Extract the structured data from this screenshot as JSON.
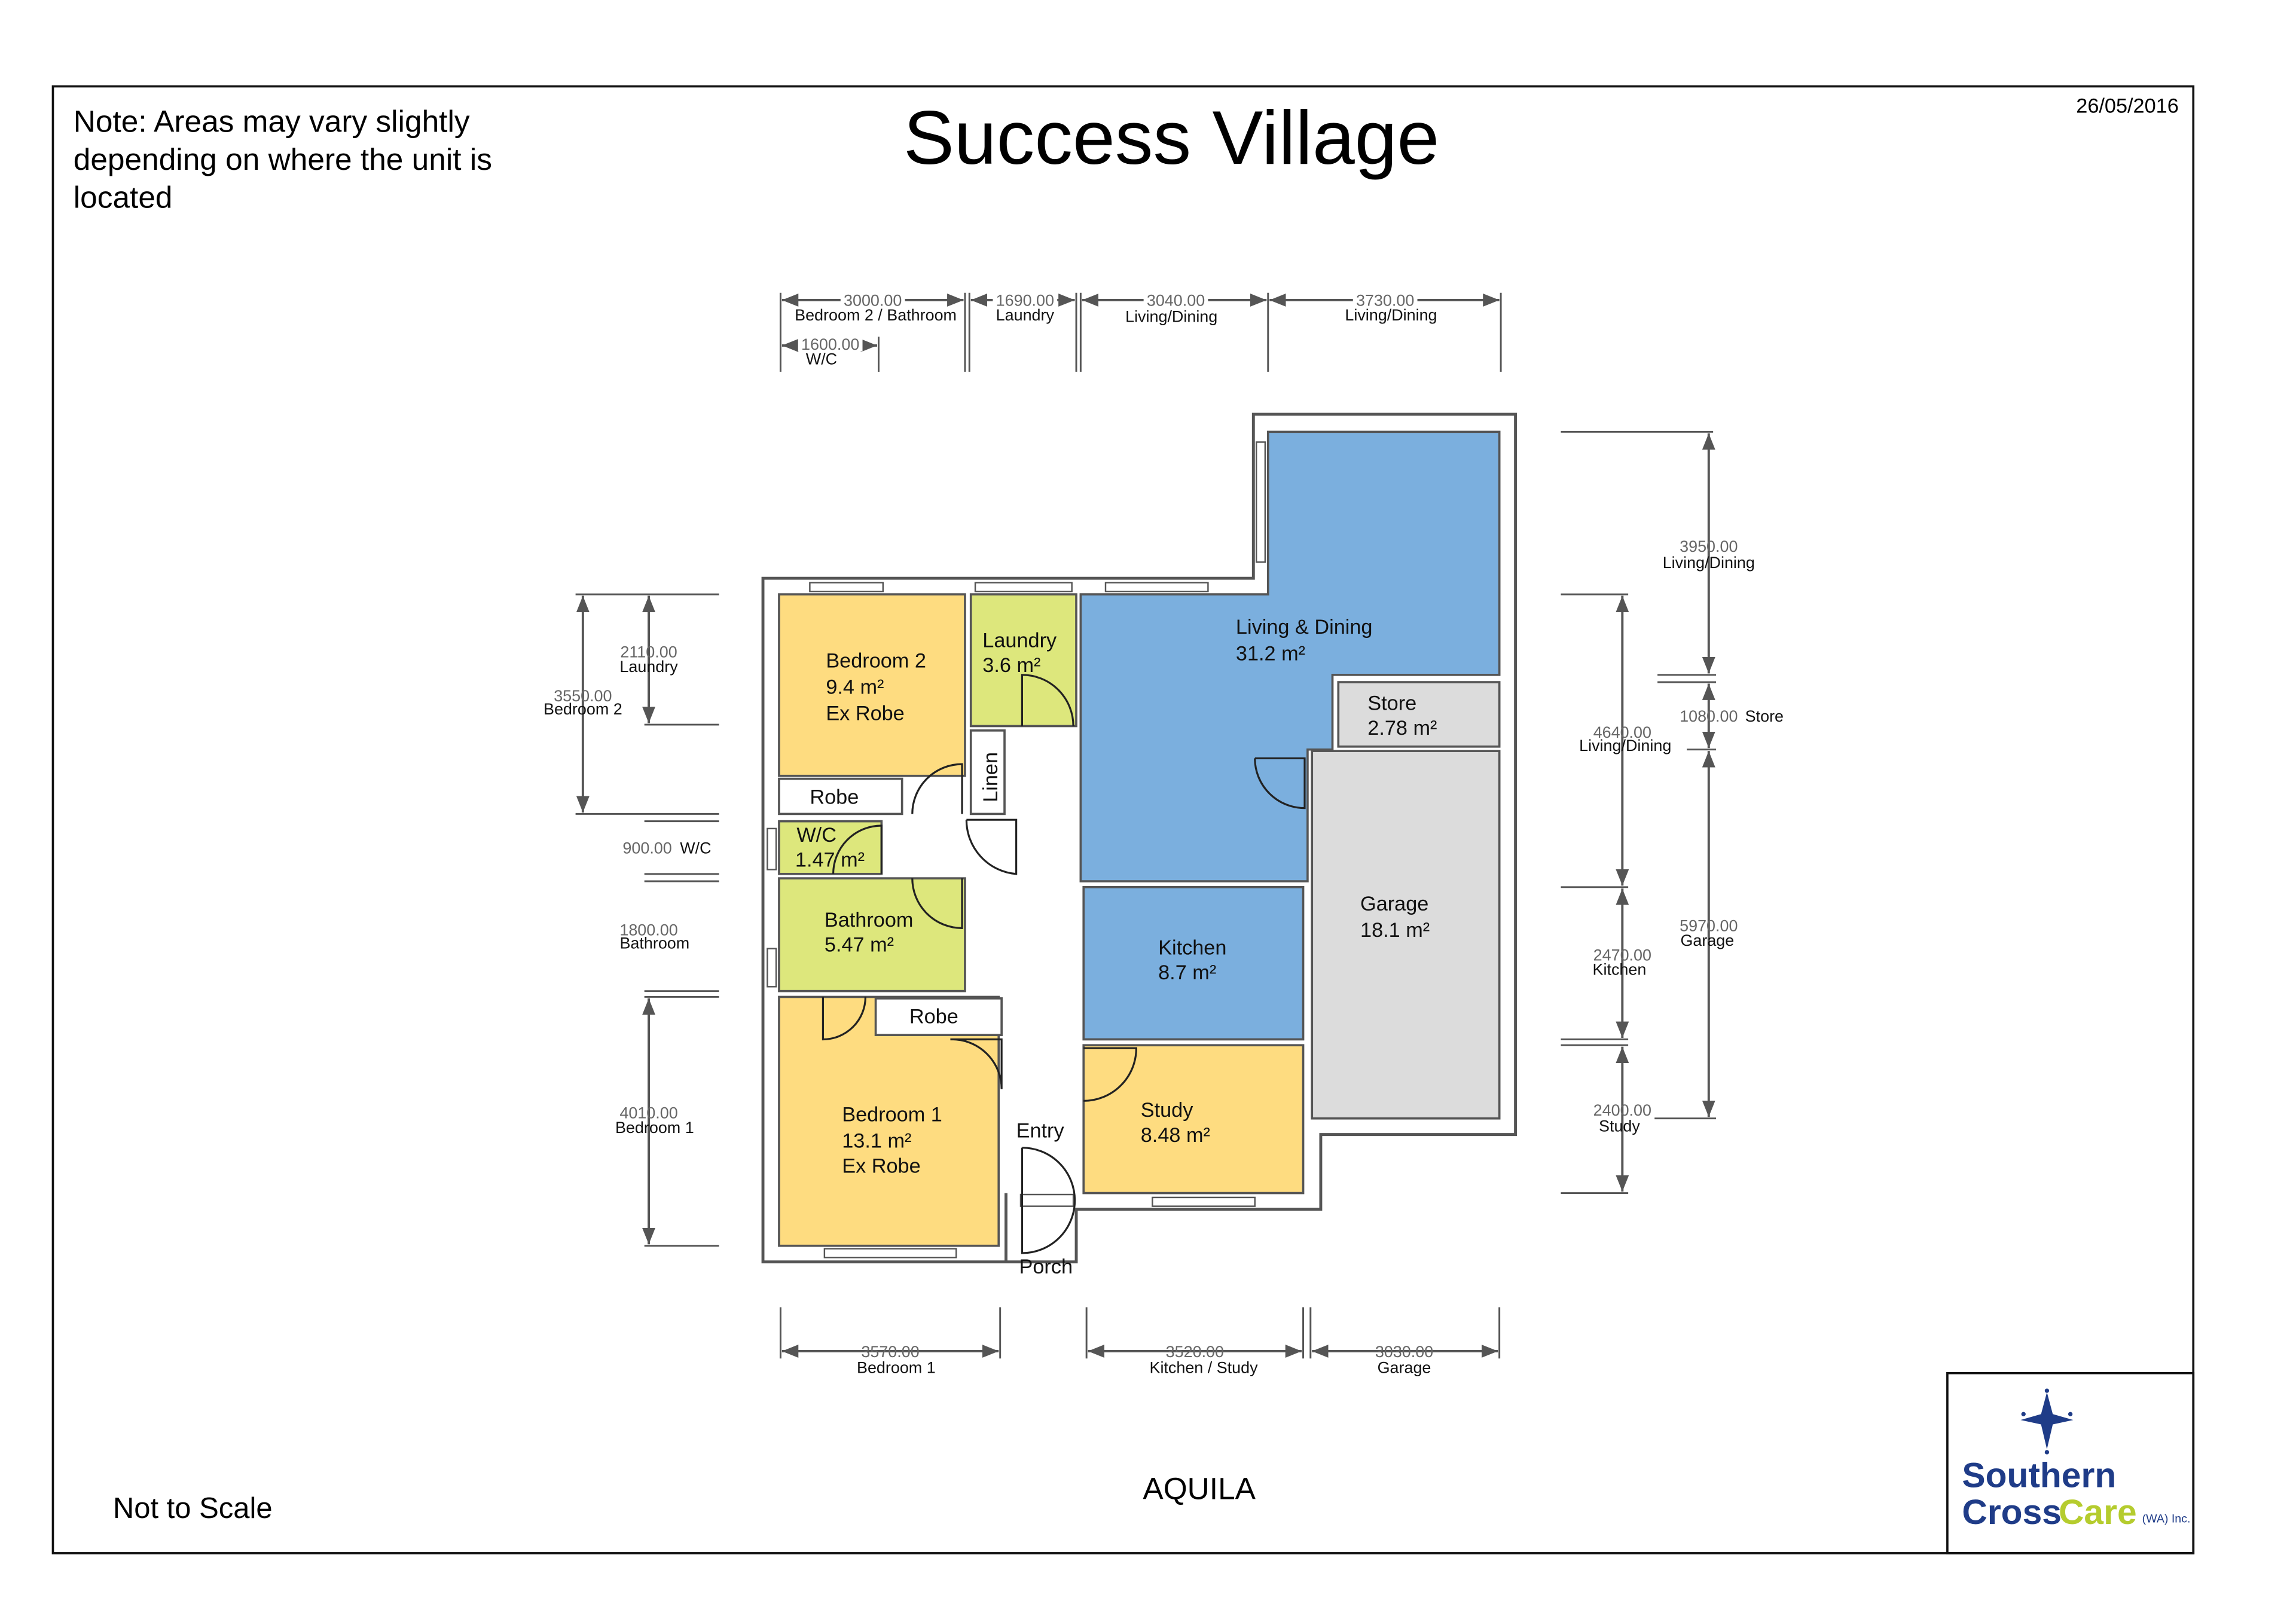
{
  "header": {
    "title": "Success Village",
    "note_lines": [
      "Note: Areas may vary slightly",
      "depending on where the unit is",
      "located"
    ],
    "date": "26/05/2016",
    "scale_note": "Not to Scale",
    "plan_name": "AQUILA"
  },
  "logo": {
    "line1": "Southern",
    "line2a": "Cross",
    "line2b": "Care",
    "suffix": "(WA) Inc."
  },
  "colors": {
    "bedroom": "#FEDC80",
    "wet": "#DDE77C",
    "living": "#7BAFDE",
    "garage": "#DCDCDC",
    "wall": "#555555",
    "logo_blue": "#1F3C88",
    "logo_green": "#B5CC2E"
  },
  "rooms": {
    "bedroom2": {
      "name": "Bedroom 2",
      "area": "9.4 m²",
      "extra": "Ex Robe"
    },
    "laundry": {
      "name": "Laundry",
      "area": "3.6 m²"
    },
    "living": {
      "name": "Living & Dining",
      "area": "31.2 m²"
    },
    "store": {
      "name": "Store",
      "area": "2.78 m²"
    },
    "robe2": {
      "name": "Robe"
    },
    "linen": {
      "name": "Linen"
    },
    "wc": {
      "name": "W/C",
      "area": "1.47 m²"
    },
    "bathroom": {
      "name": "Bathroom",
      "area": "5.47 m²"
    },
    "garage": {
      "name": "Garage",
      "area": "18.1 m²"
    },
    "kitchen": {
      "name": "Kitchen",
      "area": "8.7 m²"
    },
    "robe1": {
      "name": "Robe"
    },
    "bedroom1": {
      "name": "Bedroom 1",
      "area": "13.1 m²",
      "extra": "Ex Robe"
    },
    "study": {
      "name": "Study",
      "area": "8.48 m²"
    },
    "entry": {
      "name": "Entry"
    },
    "porch": {
      "name": "Porch"
    }
  },
  "dimensions": {
    "top": [
      {
        "value": "3000.00",
        "label": "Bedroom 2 / Bathroom"
      },
      {
        "value": "1690.00",
        "label": "Laundry"
      },
      {
        "value": "3040.00",
        "label": "Living/Dining"
      },
      {
        "value": "3730.00",
        "label": "Living/Dining"
      },
      {
        "value": "1600.00",
        "label": "W/C"
      }
    ],
    "left": [
      {
        "value": "2110.00",
        "label": "Laundry"
      },
      {
        "value": "3550.00",
        "label": "Bedroom 2"
      },
      {
        "value": "900.00",
        "label": "W/C"
      },
      {
        "value": "1800.00",
        "label": "Bathroom"
      },
      {
        "value": "4010.00",
        "label": "Bedroom 1"
      }
    ],
    "right": [
      {
        "value": "3950.00",
        "label": "Living/Dining"
      },
      {
        "value": "1080.00",
        "label": "Store"
      },
      {
        "value": "5970.00",
        "label": "Garage"
      },
      {
        "value": "4640.00",
        "label": "Living/Dining"
      },
      {
        "value": "2470.00",
        "label": "Kitchen"
      },
      {
        "value": "2400.00",
        "label": "Study"
      }
    ],
    "bottom": [
      {
        "value": "3570.00",
        "label": "Bedroom 1"
      },
      {
        "value": "3520.00",
        "label": "Kitchen / Study"
      },
      {
        "value": "3030.00",
        "label": "Garage"
      }
    ]
  }
}
